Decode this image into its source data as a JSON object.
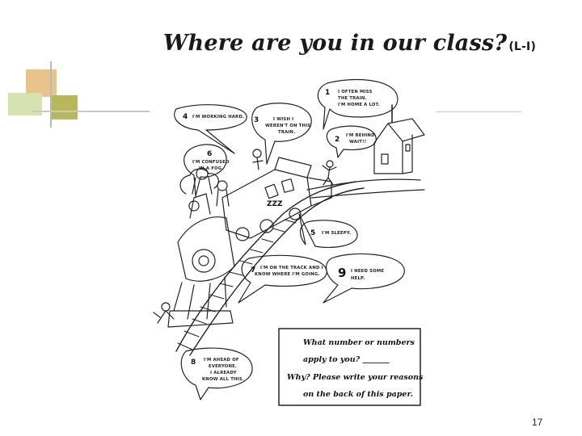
{
  "slide": {
    "title": "Where are you in our class?",
    "title_tag": "(L-I)",
    "page_number": "17"
  },
  "cartoon": {
    "bubbles": [
      {
        "number": "1",
        "lines": [
          "I OFTEN MISS",
          "THE TRAIN.",
          "I'M HOME A LOT."
        ]
      },
      {
        "number": "2",
        "lines": [
          "I'M BEHIND",
          "WAIT!!"
        ]
      },
      {
        "number": "3",
        "lines": [
          "I WISH I",
          "WEREN'T ON THIS",
          "TRAIN."
        ]
      },
      {
        "number": "4",
        "lines": [
          "I'M WORKING HARD."
        ]
      },
      {
        "number": "5",
        "lines": [
          "I'M SLEEPY."
        ]
      },
      {
        "number": "6",
        "lines": [
          "I'M CONFUSED",
          "IN A FOG"
        ]
      },
      {
        "number": "7",
        "lines": [
          "I'M ON THE TRACK AND I",
          "KNOW WHERE I'M GOING."
        ]
      },
      {
        "number": "8",
        "lines": [
          "I'M AHEAD OF",
          "EVERYONE.",
          "I ALREADY",
          "KNOW ALL THIS."
        ]
      },
      {
        "number": "9",
        "lines": [
          "I NEED SOME",
          "HELP."
        ]
      }
    ],
    "sleep_text": "ZZZ",
    "question_box": {
      "lines": [
        "What number or numbers",
        "apply to you? _______",
        "Why? Please write your reasons",
        "on the back of this paper."
      ]
    }
  },
  "colors": {
    "square_tan": "#e8c48a",
    "square_olive": "#b8b85a",
    "square_lightgreen": "#d6e3b0",
    "lines": "#b8b8b8"
  }
}
